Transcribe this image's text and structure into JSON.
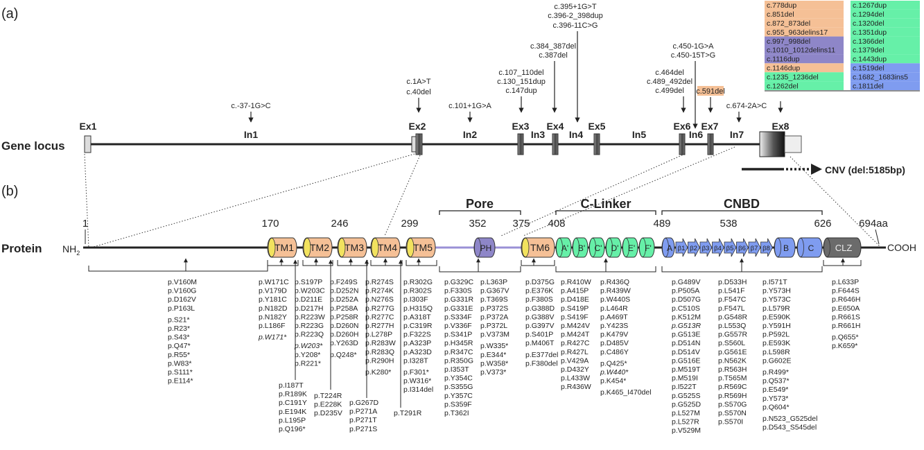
{
  "panel_a": {
    "label": "(a)",
    "row_label": "Gene locus",
    "exons": [
      "Ex1",
      "Ex2",
      "Ex3",
      "Ex4",
      "Ex5",
      "Ex6",
      "Ex7",
      "Ex8"
    ],
    "introns": [
      "In1",
      "In2",
      "In3",
      "In4",
      "In5",
      "In6",
      "In7"
    ],
    "cnv_label": "CNV (del:5185bp)",
    "mutation_groups": [
      [
        "c.-37-1G>C"
      ],
      [
        "c.1A>T",
        "c.40del"
      ],
      [
        "c.101+1G>A"
      ],
      [
        "c.107_110del",
        "c.130_151dup",
        "c.147dup"
      ],
      [
        "c.384_387del",
        "c.387del"
      ],
      [
        "c.395+1G>T",
        "c.396-2_398dup",
        "c.396-11C>G"
      ],
      [
        "c.464del",
        "c.489_492del",
        "c.499del"
      ],
      [
        "c.450-1G>A",
        "c.450-15T>G"
      ],
      [
        "c.591del"
      ],
      [
        "c.674-2A>C"
      ]
    ],
    "ex8_table_left": [
      {
        "text": "c.778dup",
        "color": "#f5c096"
      },
      {
        "text": "c.851del",
        "color": "#f5c096"
      },
      {
        "text": "c.872_873del",
        "color": "#f5c096"
      },
      {
        "text": "c.955_963delins17",
        "color": "#f5c096"
      },
      {
        "text": "c.997_998del",
        "color": "#8e86c8"
      },
      {
        "text": "c.1010_1012delins11",
        "color": "#8e86c8"
      },
      {
        "text": "c.1116dup",
        "color": "#8e86c8"
      },
      {
        "text": "c.1146dup",
        "color": "#f5c096"
      },
      {
        "text": "c.1235_1236del",
        "color": "#66f0a8"
      },
      {
        "text": "c.1262del",
        "color": "#66f0a8"
      }
    ],
    "ex8_table_right": [
      {
        "text": "c.1267dup",
        "color": "#66f0a8"
      },
      {
        "text": "c.1294del",
        "color": "#66f0a8"
      },
      {
        "text": "c.1320del",
        "color": "#66f0a8"
      },
      {
        "text": "c.1351dup",
        "color": "#66f0a8"
      },
      {
        "text": "c.1366del",
        "color": "#66f0a8"
      },
      {
        "text": "c.1379del",
        "color": "#66f0a8"
      },
      {
        "text": "c.1443dup",
        "color": "#66f0a8"
      },
      {
        "text": "c.1519del",
        "color": "#7f9cf0"
      },
      {
        "text": "c.1682_1683ins5",
        "color": "#7f9cf0"
      },
      {
        "text": "c.1811del",
        "color": "#7f9cf0"
      }
    ],
    "c591_color": "#f5c096"
  },
  "panel_b": {
    "label": "(b)",
    "row_label": "Protein",
    "nh2": "NH",
    "nh2_sub": "2",
    "cooh": "COOH",
    "positions": [
      "1",
      "170",
      "246",
      "299",
      "352",
      "375",
      "408",
      "489",
      "538",
      "626",
      "694aa"
    ],
    "region_labels": {
      "pore": "Pore",
      "clinker": "C-Linker",
      "cnbd": "CNBD"
    },
    "domains": {
      "tm": [
        "TM1",
        "TM2",
        "TM3",
        "TM4",
        "TM5",
        "TM6"
      ],
      "ph": "PH",
      "clinker_helices": [
        "A'",
        "B'",
        "C'",
        "D'",
        "E'",
        "F'"
      ],
      "cnbd_a": "A",
      "beta": [
        "β1",
        "β2",
        "β3",
        "β4",
        "β5",
        "β6",
        "β7",
        "β8"
      ],
      "cnbd_b": "B",
      "cnbd_c": "C",
      "clz": "CLZ"
    },
    "colors": {
      "tm": "#f5c096",
      "ph": "#8e86c8",
      "clinker": "#66f0a8",
      "cnbd": "#7f9cf0",
      "clz": "#6b6b6b",
      "yellow": "#f2e25e"
    },
    "mutation_columns": [
      [
        "p.V160M",
        "p.V160G",
        "p.D162V",
        "p.P163L",
        "p.S21*",
        "p.R23*",
        "p.S43*",
        "p.Q47*",
        "p.R55*",
        "p.W83*",
        "p.S111*",
        "p.E114*"
      ],
      [
        "p.W171C",
        "p.V179D",
        "p.Y181C",
        "p.N182D",
        "p.N182Y",
        "p.L186F",
        "p.W171*"
      ],
      [
        "p.I187T",
        "p.R189K",
        "p.C191Y",
        "p.E194K",
        "p.L195P",
        "p.Q196*"
      ],
      [
        "p.S197P",
        "p.W203C",
        "p.D211E",
        "p.D217H",
        "p.R223W",
        "p.R223G",
        "p.R223Q",
        "p.W203*",
        "p.Y208*",
        "p.R221*"
      ],
      [
        "p.T224R",
        "p.E228K",
        "p.D235V"
      ],
      [
        "p.F249S",
        "p.D252N",
        "p.D252A",
        "p.P258A",
        "p.P258R",
        "p.D260N",
        "p.D260H",
        "p.Y263D",
        "p.Q248*"
      ],
      [
        "p.G267D",
        "p.P271A",
        "p.P271T",
        "p.P271S"
      ],
      [
        "p.R274S",
        "p.R274K",
        "p.N276S",
        "p.R277G",
        "p.R277C",
        "p.R277H",
        "p.L278P",
        "p.R283W",
        "p.R283Q",
        "p.R290H",
        "p.K280*"
      ],
      [
        "p.T291R"
      ],
      [
        "p.R302G",
        "p.R302S",
        "p.I303F",
        "p.H315Q",
        "p.A318T",
        "p.C319R",
        "p.F322S",
        "p.A323P",
        "p.A323D",
        "p.I328T",
        "p.F301*",
        "p.W316*",
        "p.I314del"
      ],
      [
        "p.G329C",
        "p.F330S",
        "p.G331R",
        "p.G331E",
        "p.S334F",
        "p.V336F",
        "p.S341P",
        "p.H345R",
        "p.R347C",
        "p.R350G",
        "p.I353T",
        "p.Y354C",
        "p.S355G",
        "p.Y357C",
        "p.S359F",
        "p.T362I"
      ],
      [
        "p.L363P",
        "p.G367V",
        "p.T369S",
        "p.P372S",
        "p.P372A",
        "p.P372L",
        "p.V373M",
        "p.W335*",
        "p.E344*",
        "p.W358*",
        "p.V373*"
      ],
      [
        "p.D375G",
        "p.E376K",
        "p.F380S",
        "p.G388D",
        "p.G388V",
        "p.G397V",
        "p.S401P",
        "p.M406T",
        "p.E377del",
        "p.F380del"
      ],
      [
        "p.R410W",
        "p.A415P",
        "p.D418E",
        "p.S419P",
        "p.S419F",
        "p.M424V",
        "p.M424T",
        "p.R427C",
        "p.R427L",
        "p.V429A",
        "p.D432Y",
        "p.L433W",
        "p.R436W"
      ],
      [
        "p.R436Q",
        "p.R439W",
        "p.W440S",
        "p.L464R",
        "p.A469T",
        "p.Y423S",
        "p.K479V",
        "p.D485V",
        "p.C486Y",
        "p.Q425*",
        "p.W440*",
        "p.K454*",
        "p.K465_I470del"
      ],
      [
        "p.G489V",
        "p.P505A",
        "p.D507G",
        "p.C510S",
        "p.K512M",
        "p.G513R",
        "p.G513E",
        "p.D514N",
        "p.D514V",
        "p.G516E",
        "p.M519T",
        "p.M519I",
        "p.I522T",
        "p.G525S",
        "p.G525D",
        "p.L527M",
        "p.L527R",
        "p.V529M"
      ],
      [
        "p.D533H",
        "p.L541F",
        "p.F547C",
        "p.F547L",
        "p.G548R",
        "p.L553Q",
        "p.G557R",
        "p.S560L",
        "p.G561E",
        "p.N562K",
        "p.R563H",
        "p.T565M",
        "p.R569C",
        "p.R569H",
        "p.S570G",
        "p.S570N",
        "p.S570I"
      ],
      [
        "p.I571T",
        "p.Y573H",
        "p.Y573C",
        "p.L579R",
        "p.E590K",
        "p.Y591H",
        "p.P592L",
        "p.E593K",
        "p.L598R",
        "p.G602E",
        "p.R499*",
        "p.Q537*",
        "p.E549*",
        "p.Y573*",
        "p.Q604*",
        "p.N523_G525del",
        "p.D543_S545del"
      ],
      [
        "p.L633P",
        "p.F644S",
        "p.R646H",
        "p.E650A",
        "p.R661S",
        "p.R661H",
        "p.Q655*",
        "p.K659*"
      ]
    ]
  }
}
